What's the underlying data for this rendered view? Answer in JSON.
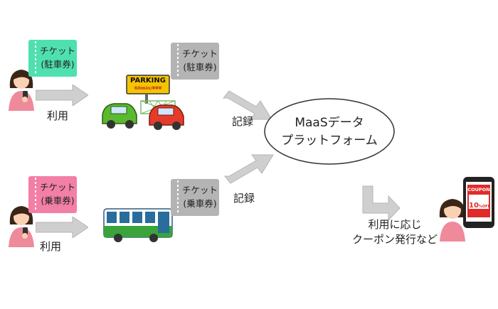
{
  "parking_row": {
    "ticket_user": "チケット\n(駐車券)",
    "ticket_issued": "チケット\n(駐車券)",
    "use_label": "利用",
    "record_label": "記録",
    "sign_main": "PARKING",
    "sign_sub": "60min/¥¥¥"
  },
  "bus_row": {
    "ticket_user": "チケット\n(乗車券)",
    "ticket_issued": "チケット\n(乗車券)",
    "use_label": "利用",
    "record_label": "記録"
  },
  "platform": {
    "label": "MaaSデータ\nプラットフォーム"
  },
  "coupon": {
    "caption": "利用に応じ\nクーポン発行など",
    "phone_title": "COUPON",
    "phone_value": "10",
    "phone_unit": "%OFF"
  },
  "colors": {
    "parking_ticket": "#4fe0b0",
    "bus_ticket": "#f27fa6",
    "issued_ticket": "#b4b4b4",
    "arrow": "#cfcfcf"
  }
}
